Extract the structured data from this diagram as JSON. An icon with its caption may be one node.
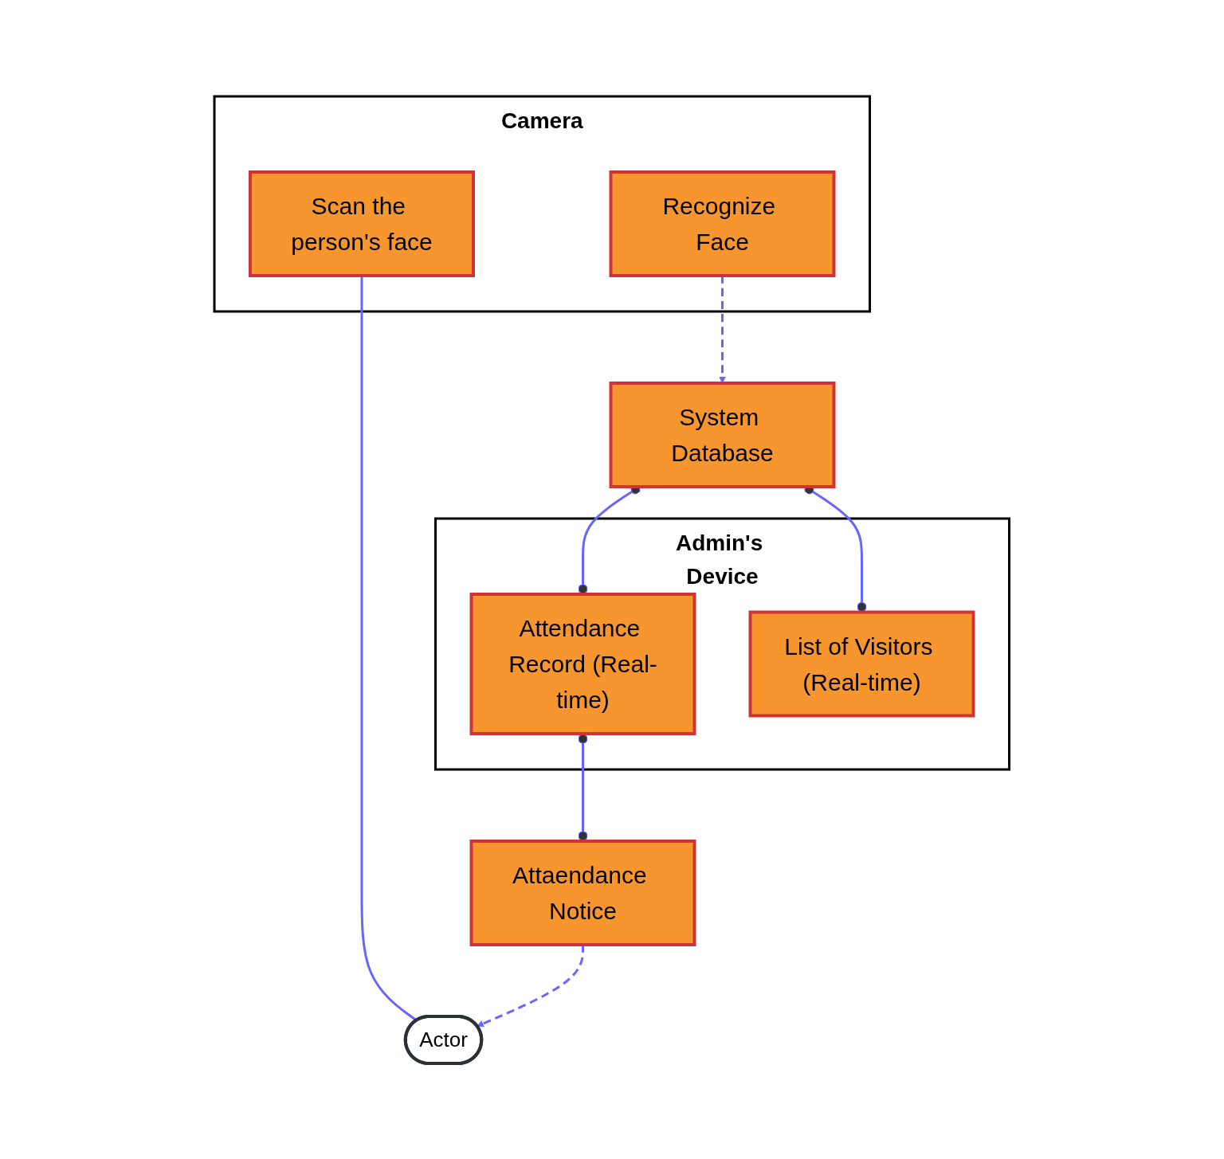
{
  "diagram": {
    "nodes": [
      {
        "text": [
          "System Database"
        ]
      },
      {
        "text": [
          "Admin's Device"
        ]
      },
      {
        "text": [
          "Attendance Record (Real-time)"
        ],
        "in": 1
      },
      {
        "text": [
          "List of Visitors (Real-time)"
        ],
        "in": 1
      },
      {
        "text": [
          "Camera"
        ]
      },
      {
        "text": [
          "Scan the person's face"
        ],
        "in": 4
      },
      {
        "text": [
          "Recognize Face"
        ],
        "in": 4
      },
      {
        "text": [
          "Actor"
        ]
      },
      {
        "text": [
          "Attaendance Notice"
        ]
      }
    ],
    "edges": [
      {
        "from": 0,
        "to": 2,
        "arrow": "other"
      },
      {
        "from": 0,
        "to": 3,
        "arrow": "other"
      },
      {
        "from": 6,
        "to": 0,
        "arrow": "to",
        "style": "dashed"
      },
      {
        "from": 5,
        "to": 7,
        "arrow": "none"
      },
      {
        "from": 2,
        "to": 8,
        "arrow": "other"
      },
      {
        "from": 8,
        "to": 7,
        "arrow": "to",
        "style": "dashed"
      }
    ]
  }
}
